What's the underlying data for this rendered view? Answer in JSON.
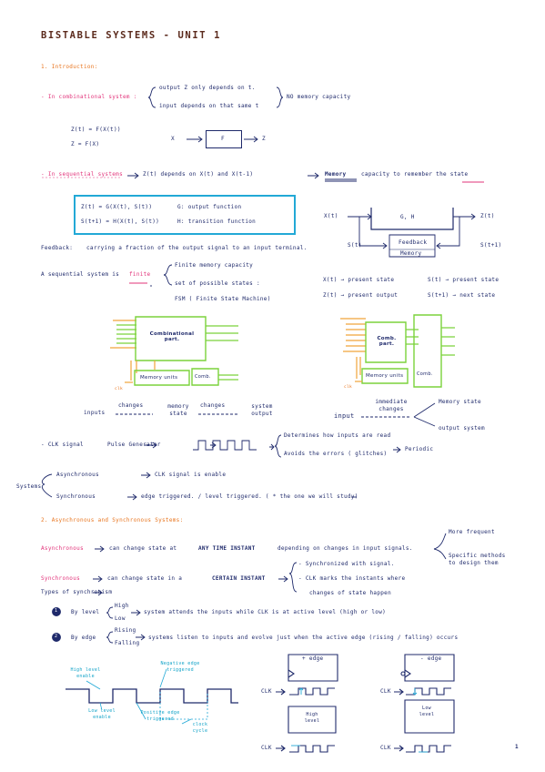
{
  "title": "BISTABLE SYSTEMS - UNIT 1",
  "page_number": "1",
  "intro": {
    "heading": "1. Introduction:",
    "comb_label": "- In combinational system :",
    "comb_b1": "output Z only depends on t.",
    "comb_b2": "input depends on that same t",
    "comb_note": "NO memory capacity",
    "eq1": "Z(t) = F(X(t))",
    "eq2": "Z = F(X)",
    "block_in": "X",
    "block_f": "F",
    "block_out": "Z",
    "seq_label": "- In sequential systems",
    "seq_rest1": "Z(t) depends on X(t) and X(t-1)",
    "seq_memory": "Memory",
    "seq_rest2": "capacity to remember the state",
    "gf1": "Z(t) = G(X(t), S(t))",
    "gf1_r": "G: output function",
    "gf2": "S(t+1) = H(X(t), S(t))",
    "gf2_r": "H: transition function",
    "d_xt": "X(t)",
    "d_gh": "G, H",
    "d_zt": "Z(t)",
    "d_feedback": "Feedback",
    "d_memory": "Memory",
    "d_st": "S(t)",
    "d_st1": "S(t+1)",
    "feedback_label": "Feedback:",
    "feedback_text": "carrying a fraction of the output signal to an input terminal.",
    "finite_intro": "A sequential system is",
    "finite_word": "finite",
    "finite_b1": "Finite memory capacity",
    "finite_b2": "set of possible states :",
    "fsm": "FSM ( Finite State Machine)",
    "leg1": "X(t) → present state",
    "leg2": "Z(t) → present output",
    "leg3": "S(t) → present state",
    "leg4": "S(t+1) → next state",
    "c1_comb": "Combinational part.",
    "c1_mem": "Memory units",
    "c1_comb2": "Comb.",
    "c1_clk": "clk",
    "c2_comb": "Comb. part.",
    "c2_comb2": "Comb.",
    "c2_mem": "Memory units",
    "c2_clk": "clk",
    "f1_inputs": "inputs",
    "f1_changes": "changes",
    "f1_memory": "memory state",
    "f1_changes2": "changes",
    "f1_system": "system output",
    "f2_input": "input",
    "f2_immediate": "immediate changes",
    "f2_memory": "Memory state",
    "f2_output": "output system",
    "clk_label": "- CLK signal",
    "clk_pulse": "Pulse Generator",
    "clk_b1": "Determines how inputs are read",
    "clk_b2": "Avoids the errors ( glitches)",
    "clk_periodic": "Periodic",
    "systems": "Systems",
    "sys_async": "Asynchronous",
    "sys_async_r": "CLK signal is enable",
    "sys_sync": "Synchronous",
    "sys_sync_r": "edge triggered. / level triggered. ( * the one we will study)"
  },
  "section2": {
    "heading": "2. Asynchronous and Synchronous Systems:",
    "async_label": "Asynchronous",
    "async_text1": "can change state at",
    "async_any": "ANY TIME INSTANT",
    "async_text2": "depending on changes in input signals.",
    "async_b1": "More frequent",
    "async_b2": "Specific methods to design them",
    "sync_label": "Synchronous",
    "sync_text1": "can change state in a",
    "sync_certain": "CERTAIN INSTANT",
    "sync_b1": "- Synchronized with signal.",
    "sync_b2": "- CLK marks the instants where",
    "sync_b3": "changes of state happen",
    "types": "Types of synchronism",
    "n1": "1",
    "by_level": "By level",
    "high": "High",
    "low": "Low",
    "level_text": "system attends the inputs while CLK is at active level (high or low)",
    "n2": "2",
    "by_edge": "By edge",
    "rising": "Rising",
    "falling": "Falling",
    "edge_text": "systems listen to inputs and evolve just when the active edge (rising / falling) occurs",
    "w_high": "High level enable",
    "w_neg": "Negative edge triggered",
    "w_low": "Low level enable",
    "w_pos": "Positive edge triggered",
    "w_clock": "clock cycle",
    "ff1": "+ edge",
    "ff2": "- edge",
    "ff3": "High level",
    "ff4": "Low level",
    "clk1": "CLK",
    "clk2": "CLK",
    "clk3": "CLK",
    "clk4": "CLK"
  }
}
